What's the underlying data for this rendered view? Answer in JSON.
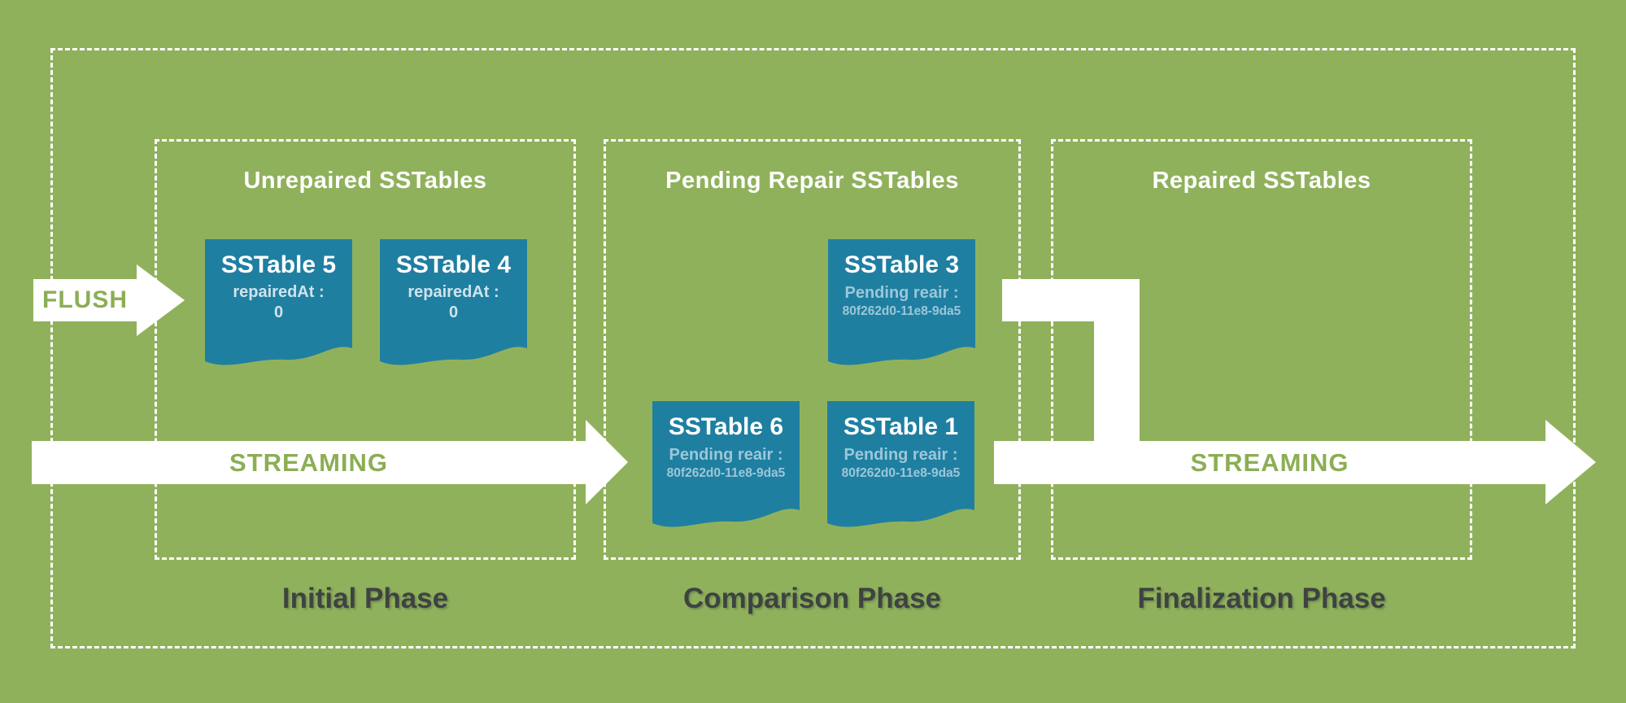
{
  "diagram": {
    "background_color": "#90b15c",
    "card_color": "#1f7fa1",
    "card_subtitle_pending_color": "#9cc7d8",
    "card_subtitle_repaired_color": "#cfe3ec",
    "arrow_color": "#ffffff",
    "arrow_label_color": "#8cae54",
    "phase_label_color": "#3e4342",
    "border_color": "#ffffff",
    "sections": [
      {
        "title": "Unrepaired SSTables",
        "phase": "Initial Phase"
      },
      {
        "title": "Pending Repair SSTables",
        "phase": "Comparison Phase"
      },
      {
        "title": "Repaired SSTables",
        "phase": "Finalization Phase"
      }
    ],
    "arrows": {
      "flush": "FLUSH",
      "streaming_left": "STREAMING",
      "streaming_right": "STREAMING"
    },
    "sstables": [
      {
        "title": "SSTable 5",
        "line1": "repairedAt :",
        "line2": "0"
      },
      {
        "title": "SSTable 4",
        "line1": "repairedAt :",
        "line2": "0"
      },
      {
        "title": "SSTable 3",
        "line1": "Pending reair :",
        "line2": "80f262d0-11e8-9da5"
      },
      {
        "title": "SSTable 6",
        "line1": "Pending reair :",
        "line2": "80f262d0-11e8-9da5"
      },
      {
        "title": "SSTable 1",
        "line1": "Pending reair :",
        "line2": "80f262d0-11e8-9da5"
      }
    ]
  }
}
